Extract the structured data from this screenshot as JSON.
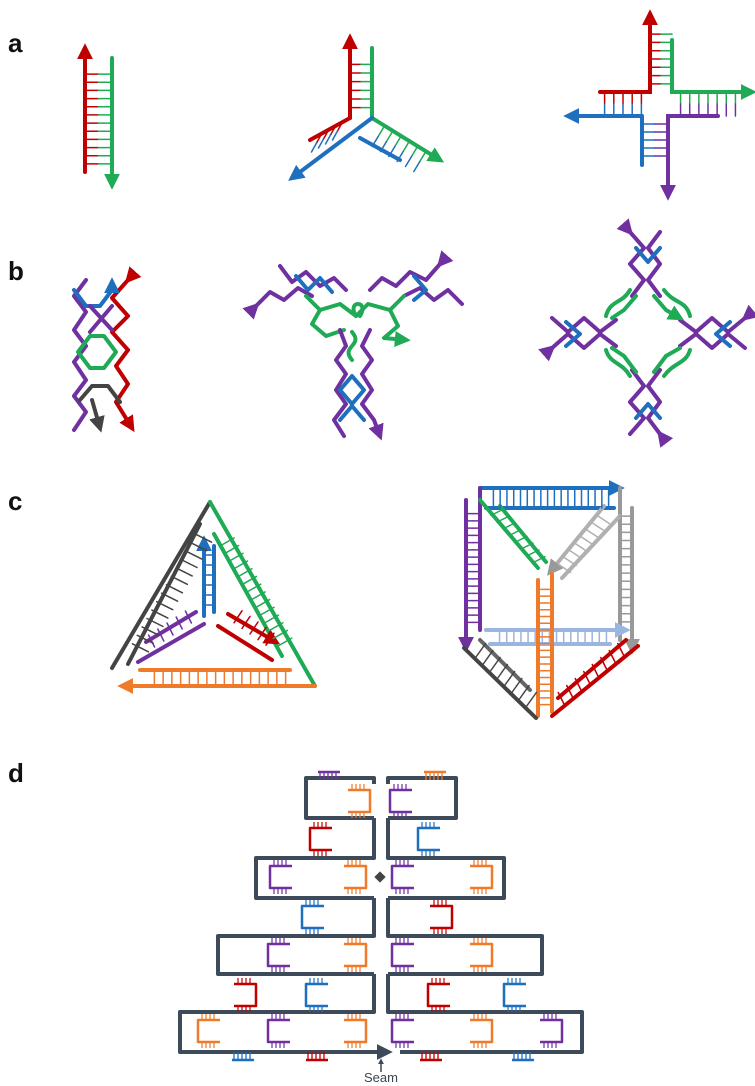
{
  "panels": {
    "a": {
      "label": "a"
    },
    "b": {
      "label": "b"
    },
    "c": {
      "label": "c"
    },
    "d": {
      "label": "d",
      "seam_label": "Seam"
    }
  },
  "colors": {
    "red": "#c00000",
    "green": "#1faa55",
    "blue": "#1f6fbf",
    "purple": "#7030a0",
    "dark": "#444444",
    "gray": "#999999",
    "lightgray": "#b0b0b0",
    "orange": "#ee7a2a",
    "lightblue": "#9ab6e0",
    "frame": "#3d4a5a"
  }
}
